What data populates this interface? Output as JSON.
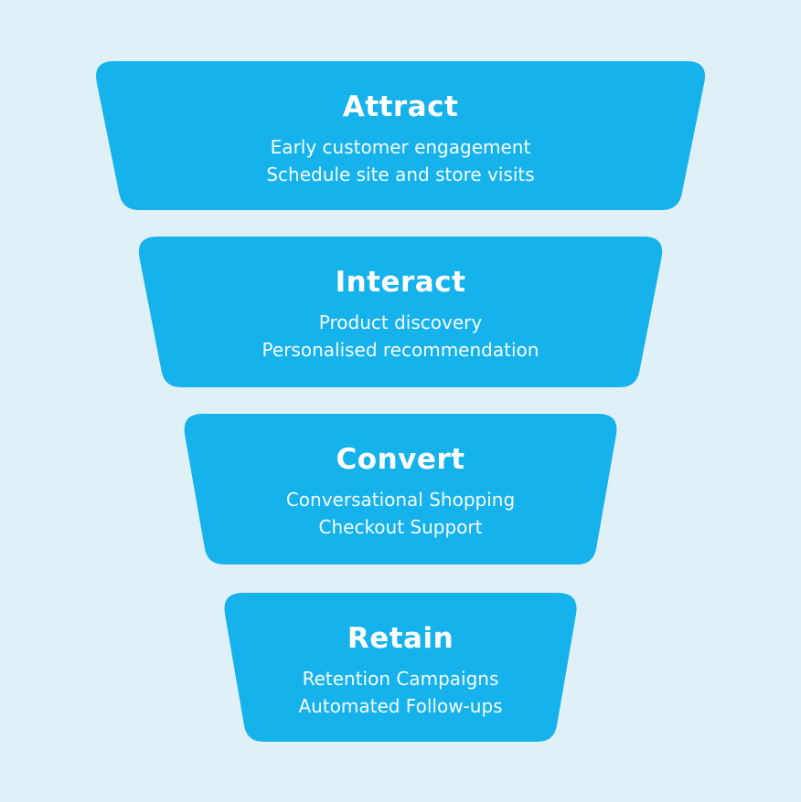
{
  "colors": {
    "background": "#DFF0F6",
    "funnel": "#16B2EC",
    "text": "#FFFFFF"
  },
  "funnel": {
    "stages": [
      {
        "title": "Attract",
        "lines": [
          "Early customer engagement",
          "Schedule site and store visits"
        ]
      },
      {
        "title": "Interact",
        "lines": [
          "Product discovery",
          "Personalised recommendation"
        ]
      },
      {
        "title": "Convert",
        "lines": [
          "Conversational Shopping",
          "Checkout Support"
        ]
      },
      {
        "title": "Retain",
        "lines": [
          "Retention Campaigns",
          "Automated Follow-ups"
        ]
      }
    ]
  }
}
